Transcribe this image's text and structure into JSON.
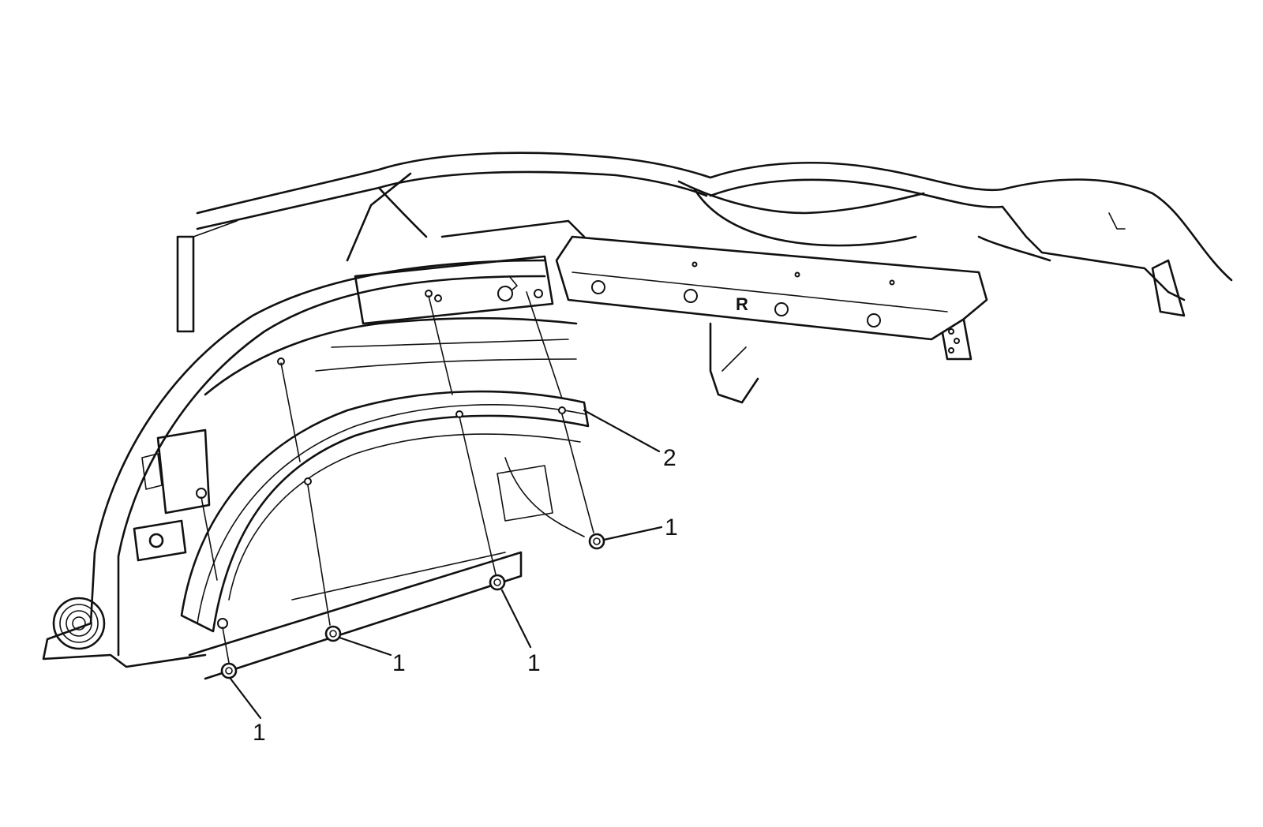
{
  "callouts": {
    "fastener_a": "1",
    "fastener_b": "1",
    "fastener_c": "1",
    "fastener_d": "1",
    "liner": "2"
  },
  "stamp_letter": "R"
}
